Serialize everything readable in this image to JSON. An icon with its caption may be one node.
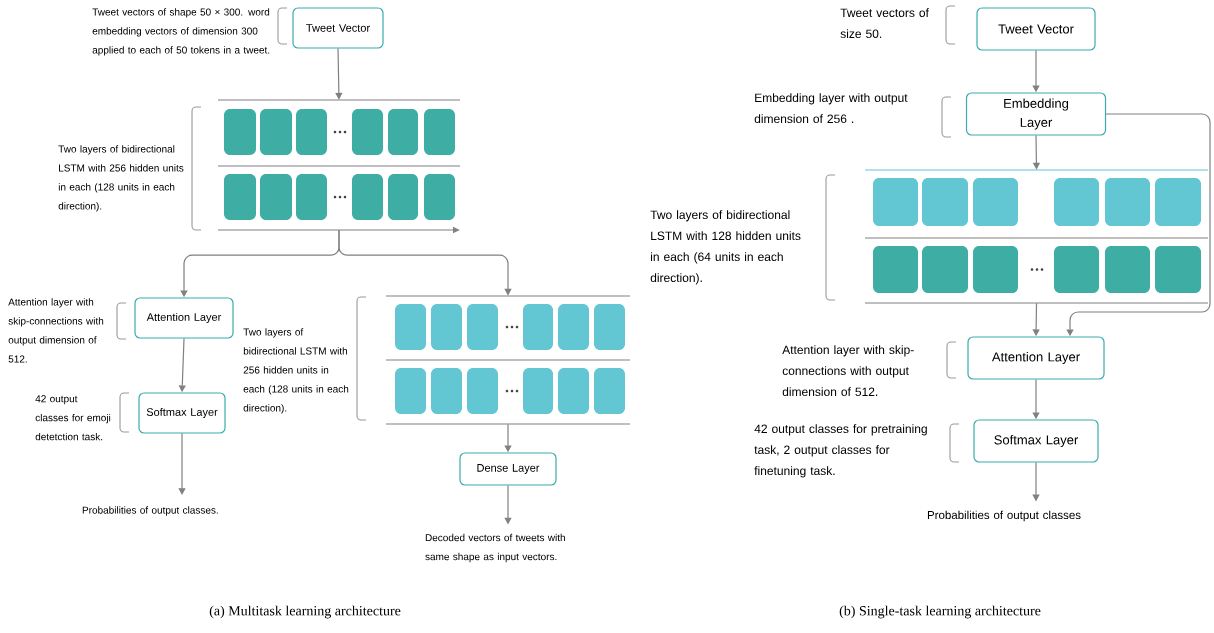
{
  "diagram": {
    "nodes": [
      {
        "text": [
          "Tweet Vector"
        ],
        "beside": [
          "Tweet vectors of shape 50 × 300. word embedding vectors of dimension 300 applied to each of 50 tokens in a tweet."
        ]
      },
      {
        "text": [],
        "shape": "box",
        "beside": [
          "Two layers of bidirectional LSTM with 256 hidden units in each (128 units in each direction)."
        ]
      },
      {
        "text": [
          "Attention Layer"
        ],
        "beside": [
          "Attention layer with skip-connections with output dimension of 512."
        ]
      },
      {
        "text": [
          "Softmax Layer"
        ],
        "beside": [
          "42 output classes for emoji detetction task."
        ]
      },
      {
        "text": [
          "Probabilities of output classes."
        ]
      },
      {
        "text": [],
        "shape": "box",
        "beside": [
          "Two layers of bidirectional LSTM with 256 hidden units in each (128 units in each direction)."
        ]
      },
      {
        "text": [
          "Dense Layer"
        ]
      },
      {
        "text": [
          "Decoded vectors of tweets with same shape as input vectors."
        ]
      },
      {
        "text": [
          "Tweet Vector"
        ],
        "beside": [
          "Tweet vectors of size 50."
        ]
      },
      {
        "text": [
          "Embedding Layer"
        ],
        "beside": [
          "Embedding layer with output dimension of 256 ."
        ]
      },
      {
        "text": [],
        "shape": "box",
        "beside": [
          "Two layers of bidirectional LSTM with 128 hidden units in each (64 units in each direction)."
        ]
      },
      {
        "text": [
          "Attention Layer"
        ],
        "beside": [
          "Attention layer with skip-connections with output dimension of 512."
        ]
      },
      {
        "text": [
          "Softmax Layer"
        ],
        "beside": [
          "42 output classes for pretraining task, 2 output classes for finetuning task."
        ]
      },
      {
        "text": [
          "Probabilities of output classes"
        ]
      }
    ],
    "edges": [
      {
        "from": 0,
        "to": 1,
        "arrow": "to"
      },
      {
        "from": 1,
        "to": 2,
        "arrow": "to"
      },
      {
        "from": 1,
        "to": 5,
        "arrow": "to"
      },
      {
        "from": 2,
        "to": 3,
        "arrow": "to"
      },
      {
        "from": 3,
        "to": 4,
        "arrow": "to"
      },
      {
        "from": 5,
        "to": 6,
        "arrow": "to"
      },
      {
        "from": 6,
        "to": 7,
        "arrow": "to"
      },
      {
        "from": 8,
        "to": 9,
        "arrow": "to"
      },
      {
        "from": 9,
        "to": 10,
        "arrow": "to"
      },
      {
        "from": 10,
        "to": 11,
        "arrow": "to"
      },
      {
        "from": 9,
        "to": 11,
        "arrow": "to"
      },
      {
        "from": 11,
        "to": 12,
        "arrow": "to"
      },
      {
        "from": 12,
        "to": 13,
        "arrow": "to"
      }
    ],
    "labels": [
      "(a) Multitask learning architecture",
      "(b) Single-task learning architecture"
    ]
  }
}
